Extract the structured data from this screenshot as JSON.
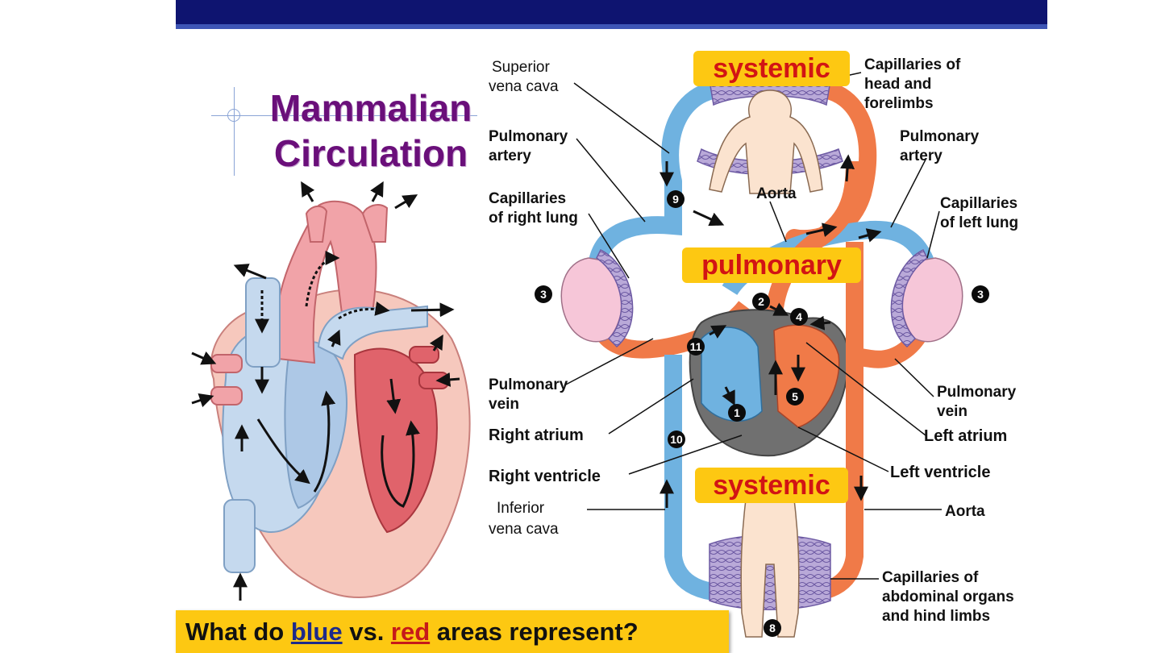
{
  "slide": {
    "title_line1": "Mammalian",
    "title_line2": "Circulation",
    "question": {
      "before": "What do ",
      "blue": "blue",
      "middle": " vs. ",
      "red": "red",
      "after": " areas represent?"
    },
    "tags": {
      "systemic_top": "systemic",
      "pulmonary": "pulmonary",
      "systemic_bottom": "systemic"
    }
  },
  "labels": {
    "superior_vena_cava_1": "Superior",
    "superior_vena_cava_2": "vena cava",
    "pulmonary_artery_left_1": "Pulmonary",
    "pulmonary_artery_left_2": "artery",
    "capillaries_right_lung_1": "Capillaries",
    "capillaries_right_lung_2": "of right lung",
    "pulmonary_vein_left_1": "Pulmonary",
    "pulmonary_vein_left_2": "vein",
    "right_atrium": "Right atrium",
    "right_ventricle": "Right ventricle",
    "inferior_vena_cava_1": "Inferior",
    "inferior_vena_cava_2": "vena cava",
    "capillaries_head_1": "Capillaries of",
    "capillaries_head_2": "head and",
    "capillaries_head_3": "forelimbs",
    "pulmonary_artery_right_1": "Pulmonary",
    "pulmonary_artery_right_2": "artery",
    "aorta_top": "Aorta",
    "capillaries_left_lung_1": "Capillaries",
    "capillaries_left_lung_2": "of left lung",
    "pulmonary_vein_right_1": "Pulmonary",
    "pulmonary_vein_right_2": "vein",
    "left_atrium": "Left atrium",
    "left_ventricle": "Left ventricle",
    "aorta_bottom": "Aorta",
    "capillaries_abdominal_1": "Capillaries of",
    "capillaries_abdominal_2": "abdominal organs",
    "capillaries_abdominal_3": "and hind limbs"
  },
  "markers": [
    "1",
    "2",
    "3",
    "3",
    "4",
    "5",
    "8",
    "9",
    "10",
    "11"
  ],
  "colors": {
    "deoxygenated": "#6fb2e0",
    "oxygenated": "#f07a48",
    "tag_background": "#fdc812",
    "tag_text": "#d21414",
    "title": "#6a0f7a",
    "header_bar": "#0e1470"
  }
}
